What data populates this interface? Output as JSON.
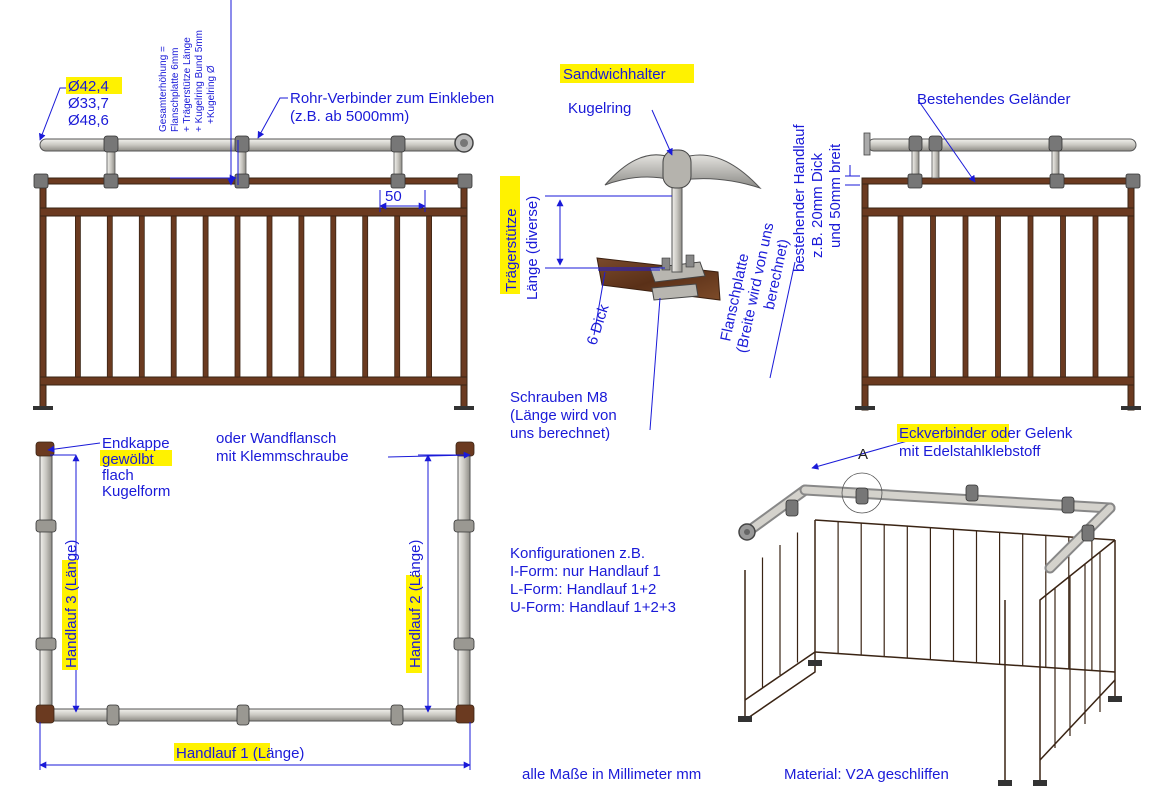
{
  "texts": {
    "dia1": "Ø42,4",
    "dia2": "Ø33,7",
    "dia3": "Ø48,6",
    "gesamt1": "Gesamterhöhung =",
    "gesamt2": "Flanschplatte 6mm",
    "gesamt3": "+ Trägerstütze Länge",
    "gesamt4": "+ Kugelring Bund 5mm",
    "gesamt5": "+Kugelring Ø",
    "rohr1": "Rohr-Verbinder zum Einkleben",
    "rohr2": "(z.B. ab 5000mm)",
    "dim50": "50",
    "sandwich": "Sandwichhalter",
    "kugelring": "Kugelring",
    "traeger": "Trägerstütze",
    "laenge_div": "Länge (diverse)",
    "sechs_dick": "6 Dick",
    "flansch1": "Flanschplatte",
    "flansch2": "(Breite wird von uns",
    "flansch3": "berechnet)",
    "schrauben1": "Schrauben M8",
    "schrauben2": "(Länge wird von",
    "schrauben3": "uns berechnet)",
    "best_handlauf1": "bestehender Handlauf",
    "best_handlauf2": "z.B. 20mm Dick",
    "best_handlauf3": "und 50mm breit",
    "best_gelaender": "Bestehendes Geländer",
    "endkappe1": "Endkappe",
    "endkappe2": "gewölbt",
    "endkappe3": "flach",
    "endkappe4": "Kugelform",
    "wandflansch1": "oder Wandflansch",
    "wandflansch2": "mit Klemmschraube",
    "handlauf3_a": "Handlauf 3",
    "handlauf3_b": " (Länge)",
    "handlauf2_a": "Handlauf 2",
    "handlauf2_b": " (Länge)",
    "handlauf1_a": "Handlauf 1",
    "handlauf1_b": " (Länge)",
    "eck1": "Eckverbinder",
    "eck1b": " oder Gelenk",
    "eck2": "mit Edelstahlklebstoff",
    "detail_a": "A",
    "konfig1": "Konfigurationen z.B.",
    "konfig2": "I-Form: nur Handlauf 1",
    "konfig3": "L-Form: Handlauf 1+2",
    "konfig4": "U-Form: Handlauf 1+2+3",
    "masse": "alle Maße in Millimeter mm",
    "material": "Material: V2A geschliffen"
  },
  "colors": {
    "annotation": "#1a1ad8",
    "highlight": "#fff200",
    "rust": "#6b3a20",
    "steel": "#c8c6c0",
    "dark": "#333333"
  }
}
